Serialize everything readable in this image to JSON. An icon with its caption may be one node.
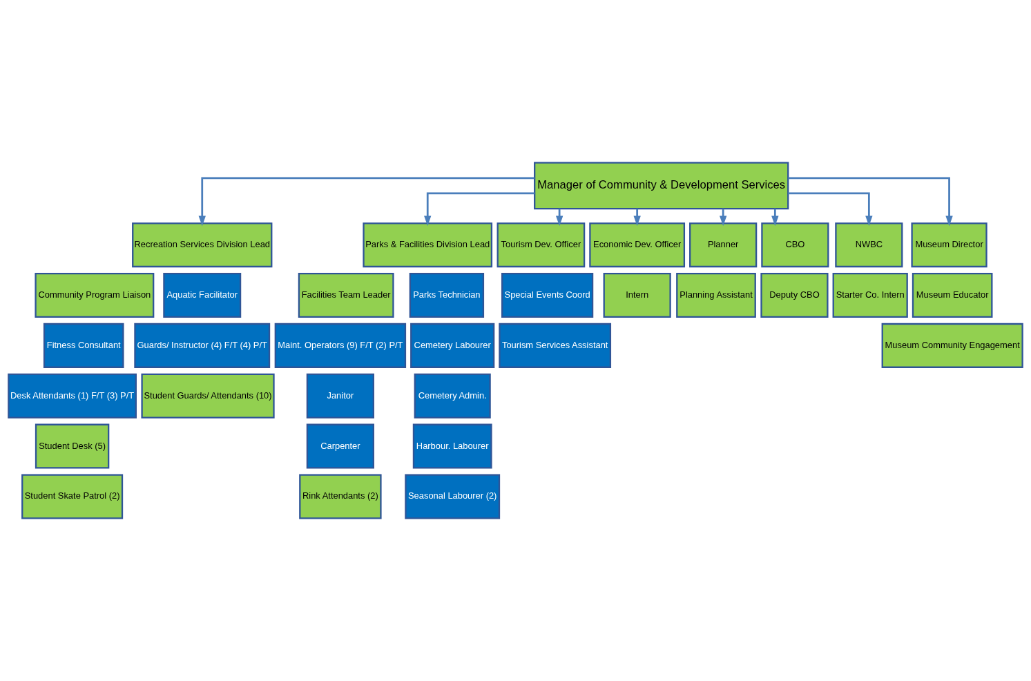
{
  "diagram": {
    "nodes": [
      {
        "text": [
          "Manager of Community & Development Services"
        ]
      },
      {
        "text": [
          "Recreation Services Division Lead"
        ]
      },
      {
        "text": [
          "Parks & Facilities Division Lead"
        ]
      },
      {
        "text": [
          "Tourism Dev. Officer"
        ]
      },
      {
        "text": [
          "Economic Dev. Officer"
        ]
      },
      {
        "text": [
          "Planner"
        ]
      },
      {
        "text": [
          "CBO"
        ]
      },
      {
        "text": [
          "NWBC"
        ]
      },
      {
        "text": [
          "Museum Director"
        ]
      },
      {
        "text": [
          "Community Program Liaison"
        ]
      },
      {
        "text": [
          "Fitness Consultant"
        ]
      },
      {
        "text": [
          "Desk Attendants (1) F/T (3) P/T"
        ]
      },
      {
        "text": [
          "Student Desk (5)"
        ]
      },
      {
        "text": [
          "Student Skate Patrol (2)"
        ]
      },
      {
        "text": [
          "Aquatic Facilitator"
        ]
      },
      {
        "text": [
          "Guards/ Instructor (4) F/T (4) P/T"
        ]
      },
      {
        "text": [
          "Student Guards/ Attendants (10)"
        ]
      },
      {
        "text": [
          "Facilities Team Leader"
        ]
      },
      {
        "text": [
          "Maint. Operators (9) F/T (2) P/T"
        ]
      },
      {
        "text": [
          "Janitor"
        ]
      },
      {
        "text": [
          "Carpenter"
        ]
      },
      {
        "text": [
          "Rink Attendants (2)"
        ]
      },
      {
        "text": [
          "Parks Technician"
        ]
      },
      {
        "text": [
          "Cemetery Labourer"
        ]
      },
      {
        "text": [
          "Cemetery Admin."
        ]
      },
      {
        "text": [
          "Harbour. Labourer"
        ]
      },
      {
        "text": [
          "Seasonal Labourer (2)"
        ]
      },
      {
        "text": [
          "Special Events Coord"
        ]
      },
      {
        "text": [
          "Tourism Services Assistant"
        ]
      },
      {
        "text": [
          "Intern"
        ]
      },
      {
        "text": [
          "Planning Assistant"
        ]
      },
      {
        "text": [
          "Deputy CBO"
        ]
      },
      {
        "text": [
          "Starter Co. Intern"
        ]
      },
      {
        "text": [
          "Museum Educator"
        ]
      },
      {
        "text": [
          "Museum Community Engagement"
        ]
      }
    ],
    "edges": [
      {
        "from": 0,
        "to": 1,
        "arrow": "to"
      },
      {
        "from": 0,
        "to": 2,
        "arrow": "to"
      },
      {
        "from": 0,
        "to": 3,
        "arrow": "to"
      },
      {
        "from": 0,
        "to": 4,
        "arrow": "to"
      },
      {
        "from": 0,
        "to": 5,
        "arrow": "to"
      },
      {
        "from": 0,
        "to": 6,
        "arrow": "to"
      },
      {
        "from": 0,
        "to": 7,
        "arrow": "to"
      },
      {
        "from": 0,
        "to": 8,
        "arrow": "to"
      }
    ]
  }
}
